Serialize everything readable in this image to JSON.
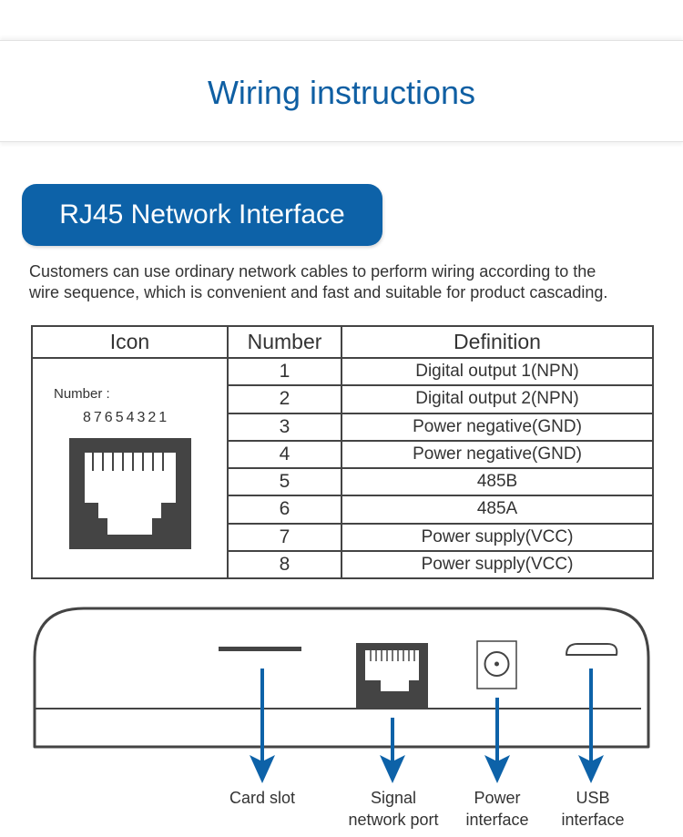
{
  "header": {
    "title": "Wiring instructions"
  },
  "section": {
    "badge": "RJ45 Network Interface",
    "description_line1": "Customers can use ordinary network cables to perform wiring according to the",
    "description_line2": "wire sequence, which is convenient and fast and suitable for product cascading."
  },
  "table": {
    "headers": [
      "Icon",
      "Number",
      "Definition"
    ],
    "icon_label": "Number :",
    "icon_pin_sequence": "87654321",
    "rows": [
      {
        "number": "1",
        "definition": "Digital output 1(NPN)"
      },
      {
        "number": "2",
        "definition": "Digital output 2(NPN)"
      },
      {
        "number": "3",
        "definition": "Power negative(GND)"
      },
      {
        "number": "4",
        "definition": "Power negative(GND)"
      },
      {
        "number": "5",
        "definition": "485B"
      },
      {
        "number": "6",
        "definition": "485A"
      },
      {
        "number": "7",
        "definition": "Power supply(VCC)"
      },
      {
        "number": "8",
        "definition": "Power supply(VCC)"
      }
    ]
  },
  "diagram": {
    "ports": [
      {
        "name": "card-slot",
        "icon": "card-slot-icon",
        "label_line1": "Card slot",
        "label_line2": ""
      },
      {
        "name": "signal-network-port",
        "icon": "rj45-port-icon",
        "label_line1": "Signal",
        "label_line2": "network port"
      },
      {
        "name": "power-interface",
        "icon": "dc-power-jack-icon",
        "label_line1": "Power",
        "label_line2": "interface"
      },
      {
        "name": "usb-interface",
        "icon": "usb-port-icon",
        "label_line1": "USB",
        "label_line2": "interface"
      }
    ]
  },
  "colors": {
    "accent": "#0d62a8",
    "title": "#0f5fa3",
    "dark": "#444444",
    "text": "#333333"
  }
}
